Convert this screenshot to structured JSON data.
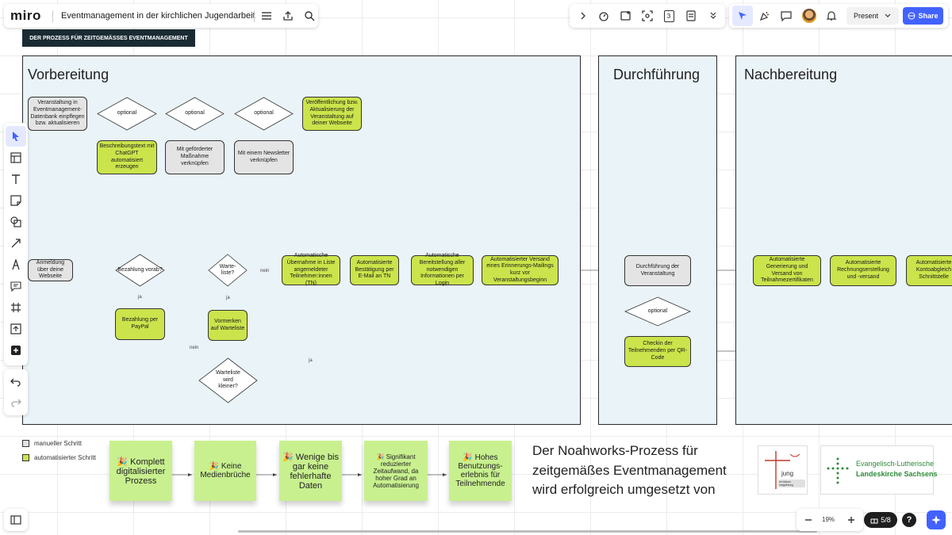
{
  "app": {
    "logo": "miro",
    "board_title": "Eventmanagement in der kirchlichen Jugendarbeit"
  },
  "topbar": {
    "present_label": "Present",
    "share_label": "Share",
    "badge_number": "3"
  },
  "header_banner": "DER PROZESS FÜR ZEITGEMÄSSES EVENTMANAGEMENT",
  "lanes": {
    "prep": "Vorbereitung",
    "exec": "Durchführung",
    "post": "Nachbereitung"
  },
  "nodes": {
    "n1": "Veranstaltung in Eventmanagement-Datenbank einpflegen bzw. aktualisieren",
    "d1": "optional",
    "d2": "optional",
    "d3": "optional",
    "n2": "Veröffentlichung bzw. Aktualisierung der Veranstaltung auf deiner Webseite",
    "n3": "Beschreibungstext mit ChatGPT automatisiert erzeugen",
    "n4": "Mit geförderter Maßnahme verknüpfen",
    "n5": "Mit einem Newsletter verknüpfen",
    "n6": "Anmeldung über deine Webseite",
    "d4": "Bezahlung vorab?",
    "d5": "Warte-liste?",
    "n7": "Automatische Übernahme in Liste angemeldeter Teilnehmer:innen (TN)",
    "n8": "Automatisierte Bestätigung per E-Mail an TN",
    "n9": "Automatische Bereitstellung aller notwendigen Informationen per Login",
    "n10": "Automatisierter Versand eines Erinnerungs-Mailings kurz vor Veranstaltungsbeginn",
    "n11": "Bezahlung per PayPal",
    "n12": "Vormerken auf Warteliste",
    "d6": "Warteliste wird kleiner?",
    "n13": "Durchführung der Veranstaltung",
    "d7": "optional",
    "n14": "Checkin der Teilnehmenden per QR-Code",
    "n15": "Automatisierte Generierung und Versand von Teilnahmezertifikaten",
    "n16": "Automatisierte Rechnungserstellung und -versand",
    "n17": "Automatisierte Kontoabgleich Schnittstelle"
  },
  "edge_labels": {
    "ja1": "ja",
    "ja2": "ja",
    "ja3": "ja",
    "nein1": "nein",
    "nein2": "nein"
  },
  "legend": {
    "manual": "manueller Schritt",
    "auto": "automatisierter Schritt"
  },
  "stickies": [
    "🎉 Komplett digitalisierter Prozess",
    "🎉 Keine Medienbrüche",
    "🎉 Wenige bis gar keine fehlerhafte Daten",
    "🎉 Signifikant reduzierter Zeitaufwand, da hoher Grad an Automatisierung",
    "🎉 Hohes Benutzungs-erlebnis für Teilnehmende"
  ],
  "tagline": "Der Noahworks-Prozess für zeitgemäßes Eventmanagement wird erfolgreich umgesetzt von",
  "logos": {
    "jung_line1": "jung",
    "jung_line2": "im bistum magdeburg",
    "church_line1": "Evangelisch-Lutherische",
    "church_line2": "Landeskirche Sachsens"
  },
  "bottom": {
    "zoom": "19%",
    "pages": "5/8",
    "help": "?"
  },
  "colors": {
    "manual": "#e4e4e4",
    "auto": "#cbe44b",
    "lane_bg": "#eaf3f7",
    "sticky": "#c8f08f",
    "accent": "#4262ff",
    "banner": "#1b2b34"
  }
}
